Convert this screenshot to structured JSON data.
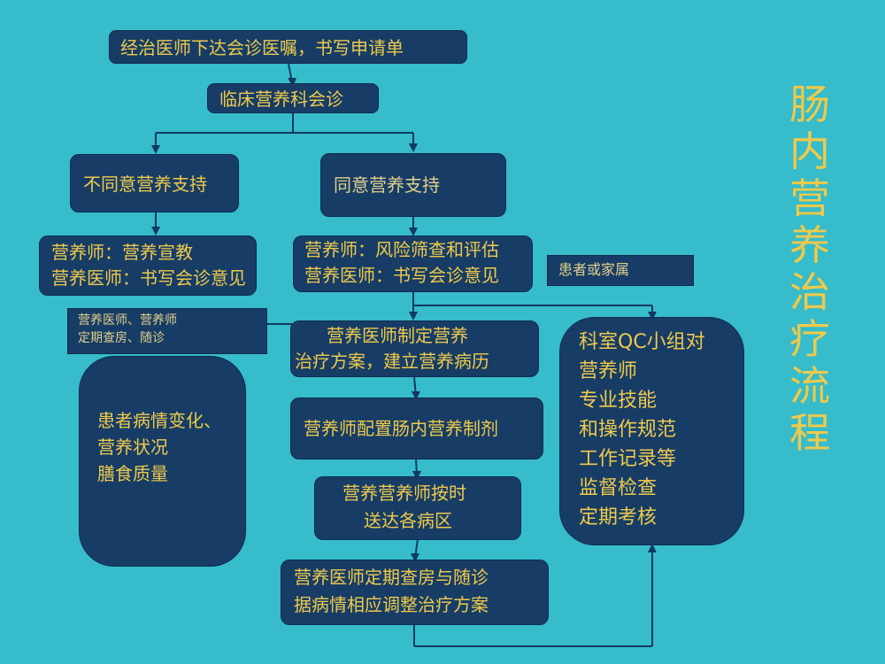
{
  "title": {
    "text": "肠内营养治疗流程",
    "chars": [
      "肠",
      "内",
      "营",
      "养",
      "治",
      "疗",
      "流",
      "程"
    ]
  },
  "nodes": {
    "n1": {
      "text": "经治医师下达会诊医嘱，书写申请单"
    },
    "n2": {
      "text": "临床营养科会诊"
    },
    "n3_no": {
      "text": "不同意营养支持"
    },
    "n3_yes": {
      "text": "同意营养支持"
    },
    "n4_left": {
      "line1": "营养师：营养宣教",
      "line2": "营养医师：书写会诊意见"
    },
    "n4_right": {
      "line1": "营养师：风险筛查和评估",
      "line2": "营养医师：书写会诊意见"
    },
    "family_label": {
      "text": "患者或家属"
    },
    "rounds_label": {
      "line1": "营养医师、营养师",
      "line2": "定期查房、随诊"
    },
    "patient_status": {
      "line1": "患者病情变化、",
      "line2": "营养状况",
      "line3": "膳食质量"
    },
    "n5": {
      "line1": "营养医师制定营养",
      "line2": "治疗方案，建立营养病历"
    },
    "n6": {
      "text": "营养师配置肠内营养制剂"
    },
    "n7": {
      "line1": "营养营养师按时",
      "line2": "送达各病区"
    },
    "n8": {
      "line1": "营养医师定期查房与随诊",
      "line2": "据病情相应调整治疗方案"
    },
    "qc": {
      "lines": [
        "科室QC小组对",
        "营养师",
        "专业技能",
        "和操作规范",
        "工作记录等",
        "监督检查",
        "定期考核"
      ]
    }
  },
  "colors": {
    "background": "#36bccb",
    "box_fill": "#173d66",
    "text": "#efc94a",
    "line": "#123a60"
  }
}
